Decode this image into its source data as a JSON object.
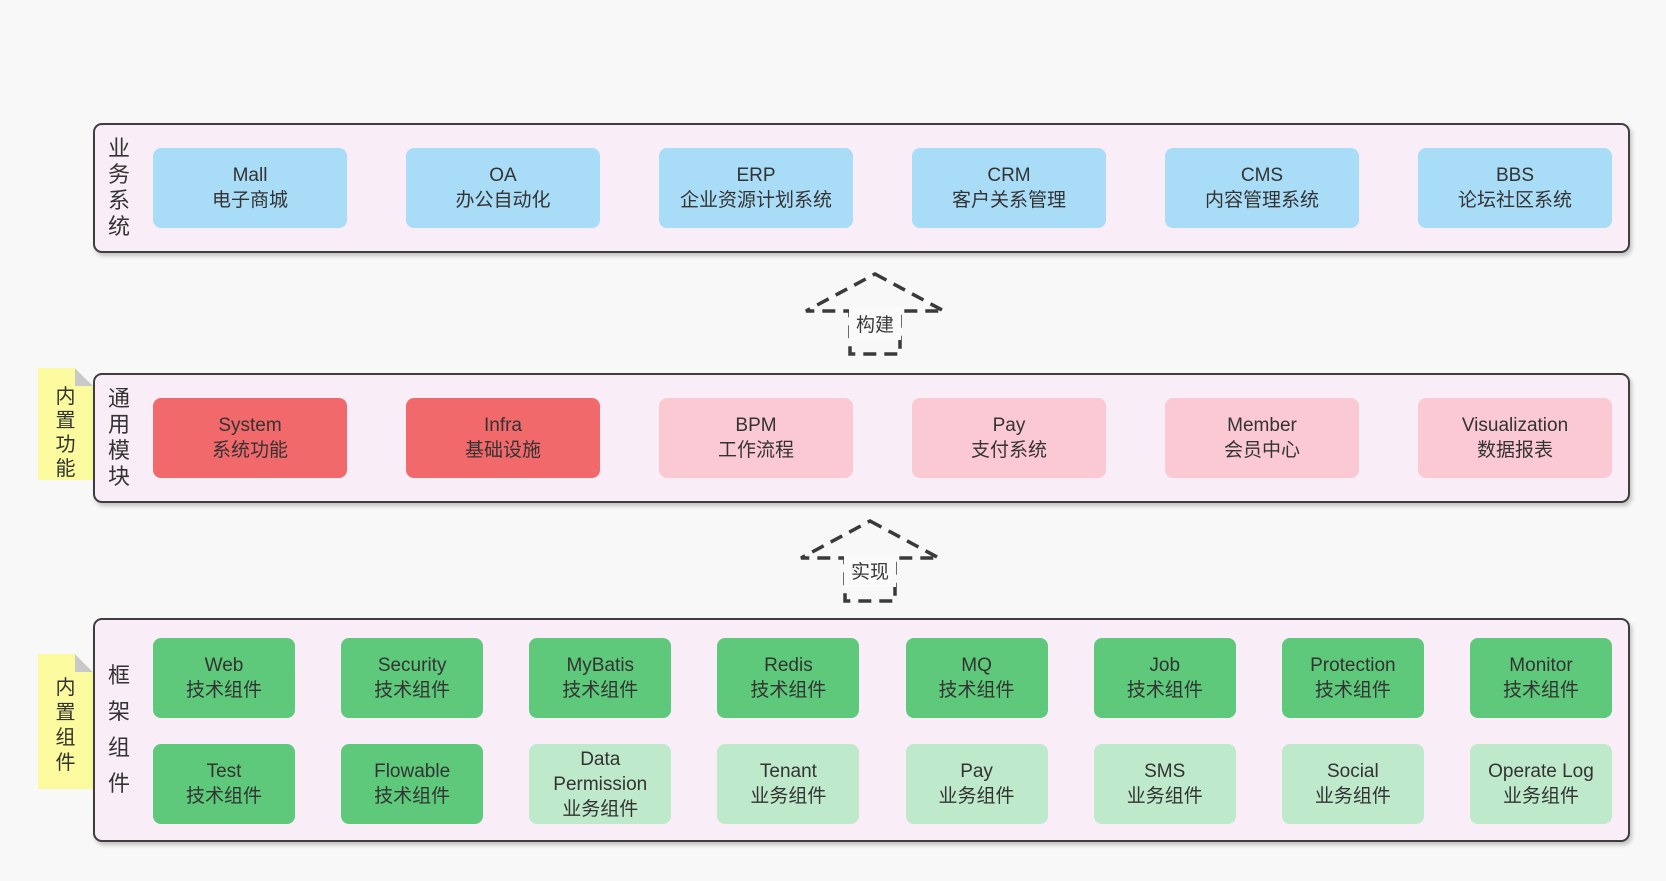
{
  "colors": {
    "page_bg": "#f8f8f8",
    "panel_bg": "#f9eef7",
    "panel_border": "#3e3e3e",
    "box_blue": "#a9dcf7",
    "box_red": "#f2696c",
    "box_pink": "#fbc9d3",
    "box_green_dark": "#5ec97a",
    "box_green_light": "#bee9ca",
    "sticky_yellow": "#fbfa9f",
    "sticky_fold_gray": "#c9c9c9",
    "text": "#333333"
  },
  "arrows": [
    {
      "label": "构建"
    },
    {
      "label": "实现"
    }
  ],
  "sections": {
    "business": {
      "side_label": "业务系统",
      "boxes": [
        {
          "title": "Mall",
          "subtitle": "电子商城"
        },
        {
          "title": "OA",
          "subtitle": "办公自动化"
        },
        {
          "title": "ERP",
          "subtitle": "企业资源计划系统"
        },
        {
          "title": "CRM",
          "subtitle": "客户关系管理"
        },
        {
          "title": "CMS",
          "subtitle": "内容管理系统"
        },
        {
          "title": "BBS",
          "subtitle": "论坛社区系统"
        }
      ]
    },
    "modules": {
      "sticky": "内置功能",
      "side_label": "通用模块",
      "boxes": [
        {
          "title": "System",
          "subtitle": "系统功能"
        },
        {
          "title": "Infra",
          "subtitle": "基础设施"
        },
        {
          "title": "BPM",
          "subtitle": "工作流程"
        },
        {
          "title": "Pay",
          "subtitle": "支付系统"
        },
        {
          "title": "Member",
          "subtitle": "会员中心"
        },
        {
          "title": "Visualization",
          "subtitle": "数据报表"
        }
      ]
    },
    "components": {
      "sticky": "内置组件",
      "side_label": "框架组件",
      "row1": [
        {
          "title": "Web",
          "subtitle": "技术组件"
        },
        {
          "title": "Security",
          "subtitle": "技术组件"
        },
        {
          "title": "MyBatis",
          "subtitle": "技术组件"
        },
        {
          "title": "Redis",
          "subtitle": "技术组件"
        },
        {
          "title": "MQ",
          "subtitle": "技术组件"
        },
        {
          "title": "Job",
          "subtitle": "技术组件"
        },
        {
          "title": "Protection",
          "subtitle": "技术组件"
        },
        {
          "title": "Monitor",
          "subtitle": "技术组件"
        }
      ],
      "row2": [
        {
          "title": "Test",
          "subtitle": "技术组件"
        },
        {
          "title": "Flowable",
          "subtitle": "技术组件"
        },
        {
          "title": "Data Permission",
          "subtitle": "业务组件"
        },
        {
          "title": "Tenant",
          "subtitle": "业务组件"
        },
        {
          "title": "Pay",
          "subtitle": "业务组件"
        },
        {
          "title": "SMS",
          "subtitle": "业务组件"
        },
        {
          "title": "Social",
          "subtitle": "业务组件"
        },
        {
          "title": "Operate Log",
          "subtitle": "业务组件"
        }
      ]
    }
  }
}
